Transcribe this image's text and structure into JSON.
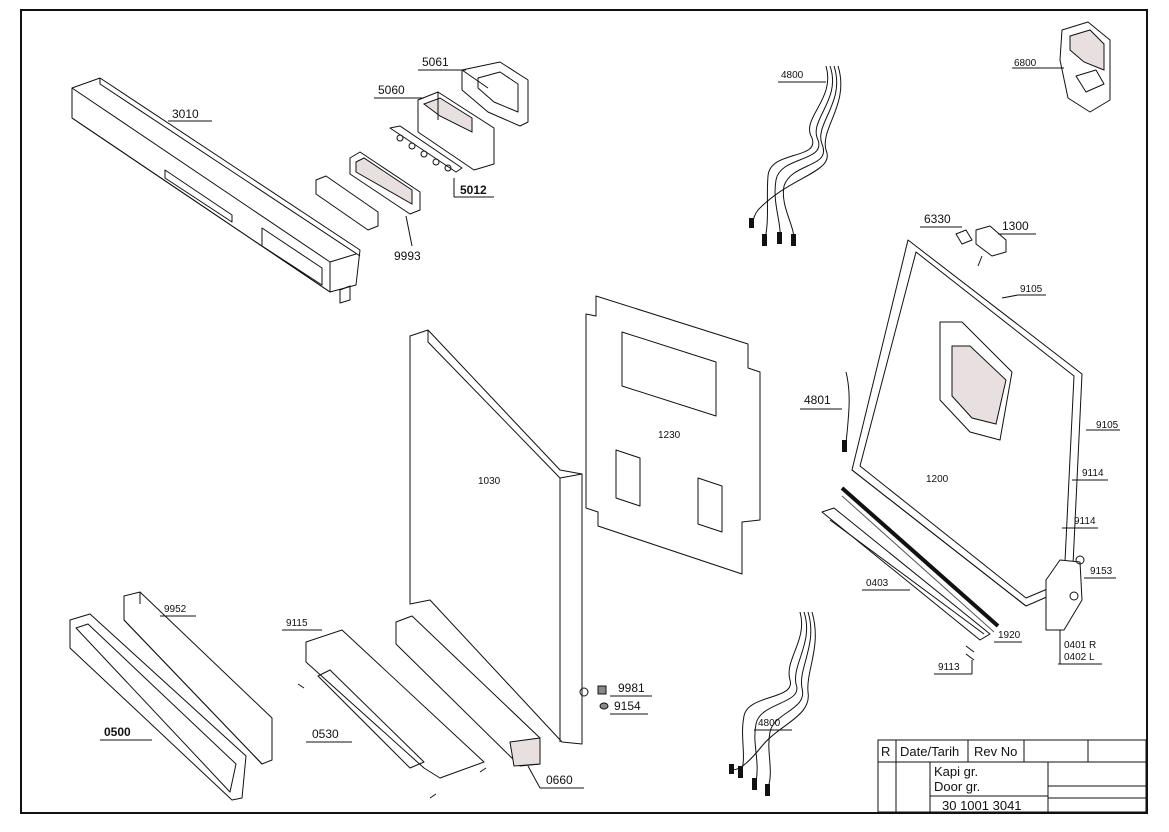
{
  "parts": {
    "p3010": "3010",
    "p5061": "5061",
    "p5060": "5060",
    "p5012": "5012",
    "p9993": "9993",
    "p4800a": "4800",
    "p6800": "6800",
    "p6330": "6330",
    "p1300": "1300",
    "p9105a": "9105",
    "p4801": "4801",
    "p1230": "1230",
    "p1030": "1030",
    "p1200": "1200",
    "p9105b": "9105",
    "p9114a": "9114",
    "p9114b": "9114",
    "p9153": "9153",
    "p0403": "0403",
    "p1920": "1920",
    "p0401": "0401 R",
    "p0402": "0402 L",
    "p9113": "9113",
    "p9952": "9952",
    "p9115": "9115",
    "p0530": "0530",
    "p0500": "0500",
    "p9981": "9981",
    "p9154": "9154",
    "p0660": "0660",
    "p4800b": "4800"
  },
  "title_block": {
    "col_r": "R",
    "col_date": "Date/Tarih",
    "col_rev": "Rev No",
    "name_tr": "Kapi gr.",
    "name_en": "Door gr.",
    "drawing_no": "30 1001 3041"
  }
}
